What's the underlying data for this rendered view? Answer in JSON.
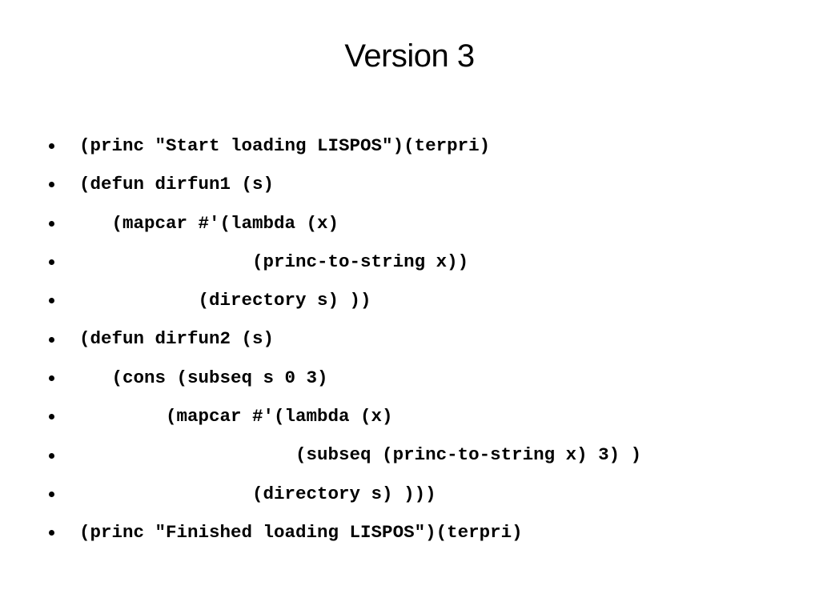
{
  "slide": {
    "title": "Version 3",
    "lines": [
      "(princ \"Start loading LISPOS\")(terpri)",
      "(defun dirfun1 (s)",
      "   (mapcar #'(lambda (x)",
      "                (princ-to-string x))",
      "           (directory s) ))",
      "(defun dirfun2 (s)",
      "   (cons (subseq s 0 3)",
      "        (mapcar #'(lambda (x)",
      "                    (subseq (princ-to-string x) 3) )",
      "                (directory s) )))",
      "(princ \"Finished loading LISPOS\")(terpri)"
    ]
  },
  "colors": {
    "background": "#ffffff",
    "text": "#000000"
  }
}
